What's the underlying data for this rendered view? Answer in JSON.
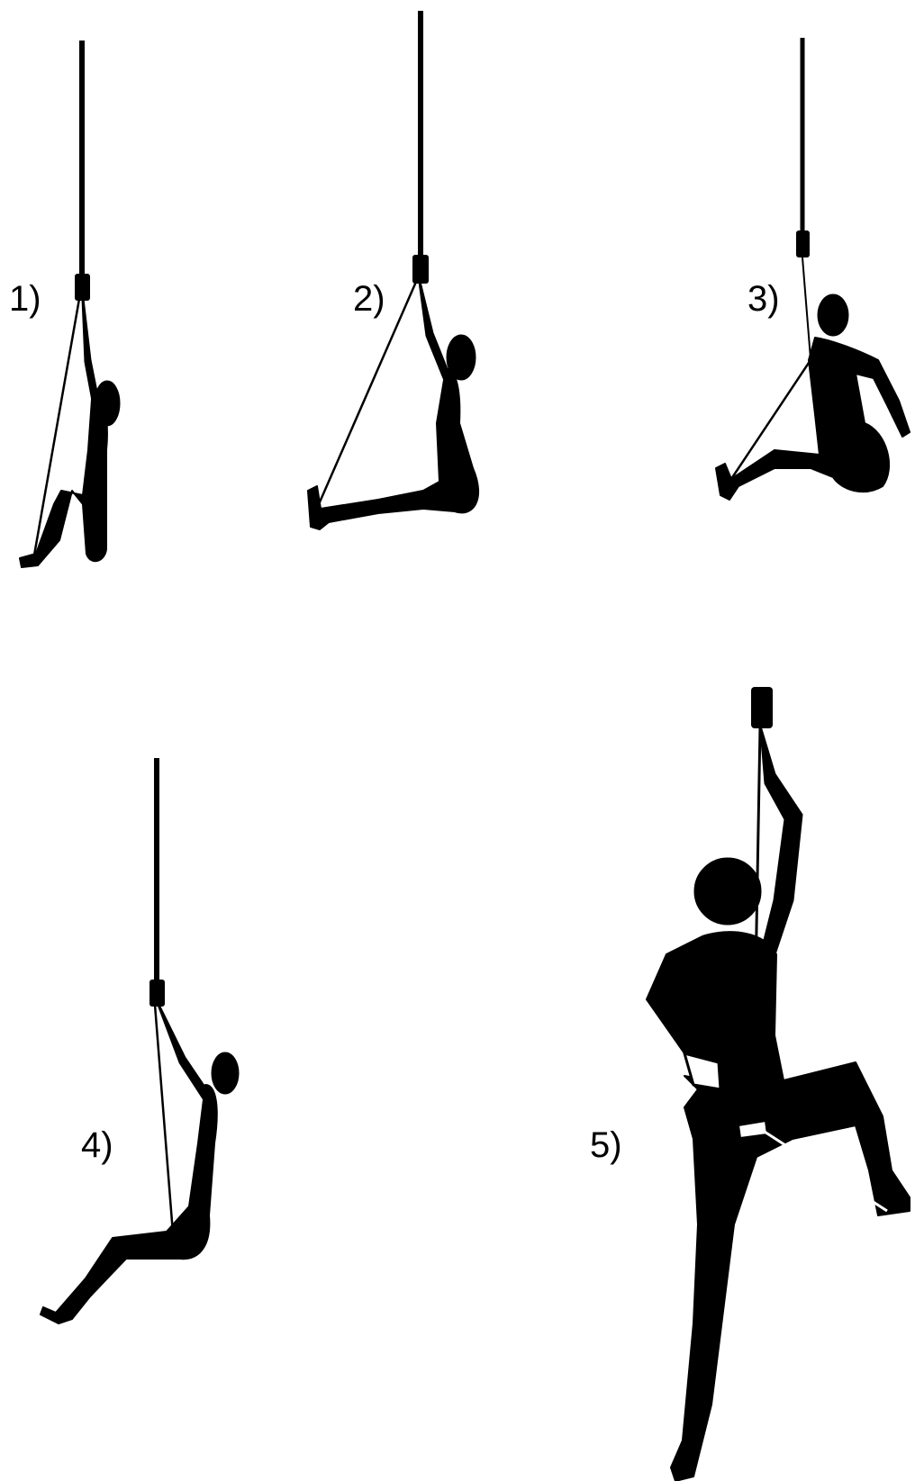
{
  "figure": {
    "steps": [
      {
        "label": "1)"
      },
      {
        "label": "2)"
      },
      {
        "label": "3)"
      },
      {
        "label": "4)"
      },
      {
        "label": "5)"
      }
    ]
  }
}
